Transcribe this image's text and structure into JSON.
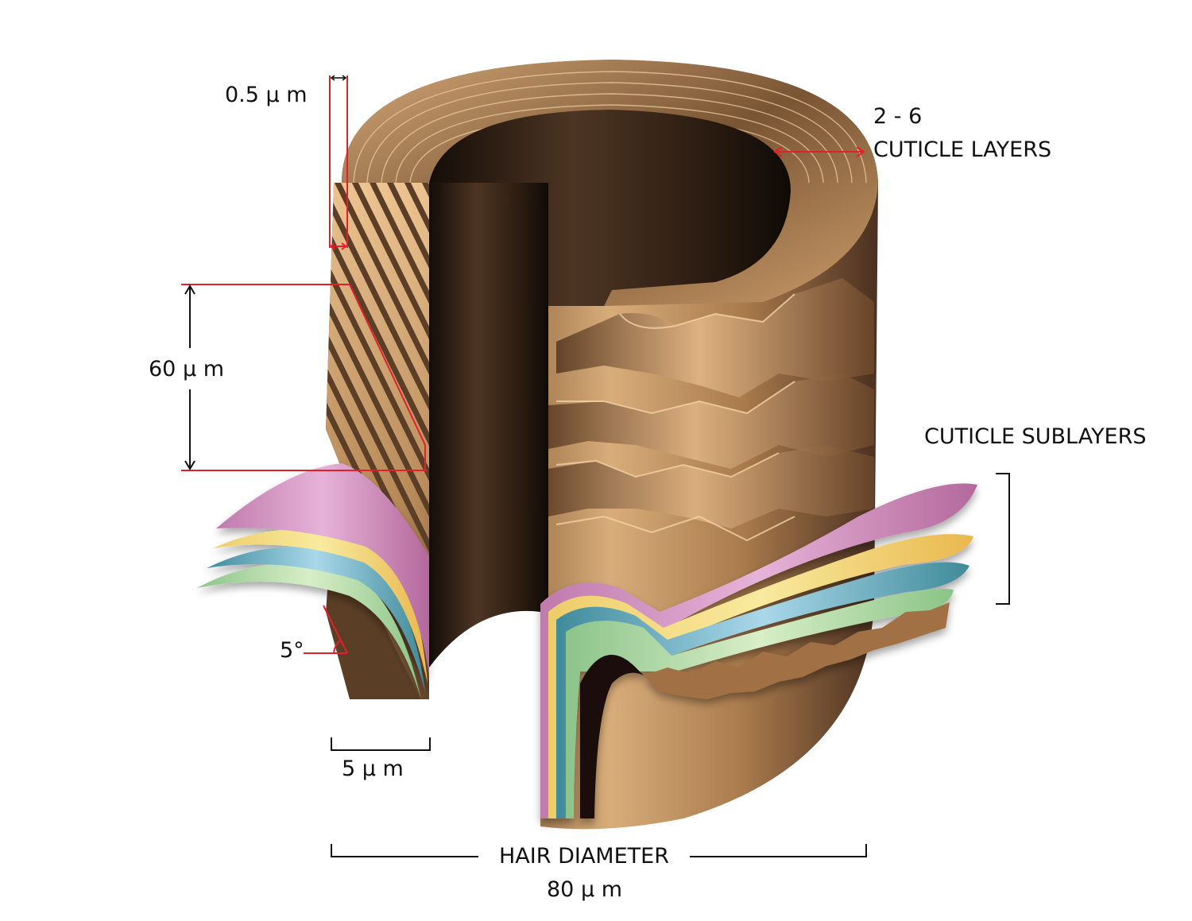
{
  "labels": {
    "layer_thickness": "0.5  µ m",
    "layer_count": "2 - 6",
    "cuticle_layers": "CUTICLE LAYERS",
    "scale_height": "60  µ m",
    "cuticle_sublayers": "CUTICLE SUBLAYERS",
    "angle": "5°",
    "scale_width": "5  µ m",
    "hair_diameter": "HAIR DIAMETER",
    "diameter_value": "80  µ m"
  },
  "colors": {
    "dimension_red": "#e3202a",
    "dimension_black": "#111111",
    "hair_light": "#e3b987",
    "hair_mid": "#a97a4c",
    "hair_dark": "#3a2617",
    "hair_cavity": "#1a110b",
    "sublayer_pink": "#c77fb2",
    "sublayer_yellow": "#f1d27a",
    "sublayer_teal": "#4b9aab",
    "sublayer_green": "#a6d3a0"
  }
}
